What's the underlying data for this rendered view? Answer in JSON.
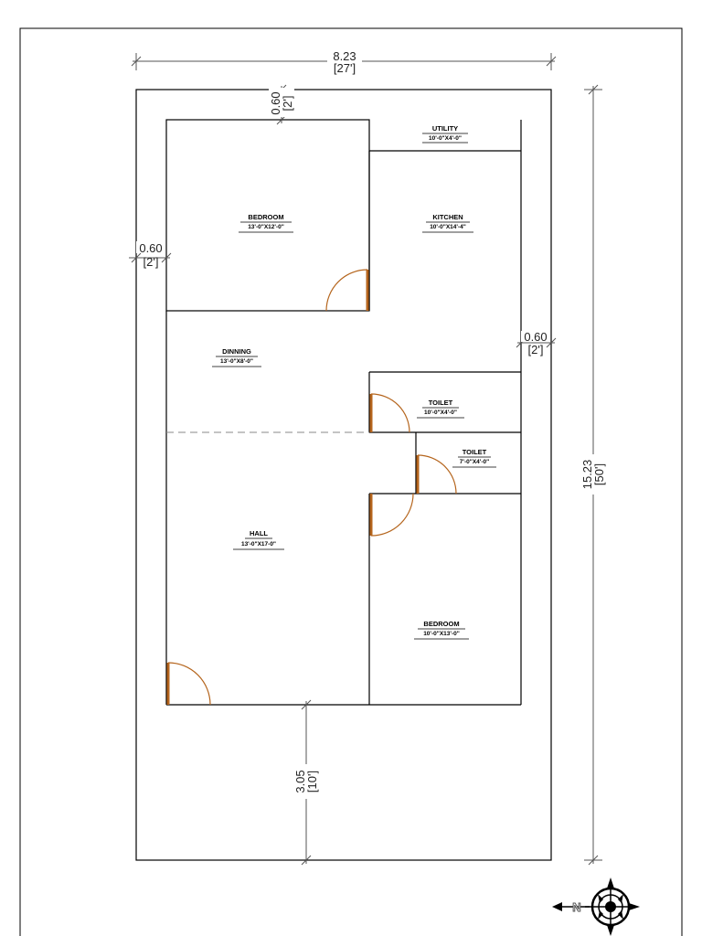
{
  "rooms": {
    "utility": {
      "name": "UTILITY",
      "size": "10'-0\"X4'-0\""
    },
    "bedroom1": {
      "name": "BEDROOM",
      "size": "13'-0\"X12'-0\""
    },
    "kitchen": {
      "name": "KITCHEN",
      "size": "10'-0\"X14'-4\""
    },
    "dinning": {
      "name": "DINNING",
      "size": "13'-0\"X8'-0\""
    },
    "toilet1": {
      "name": "TOILET",
      "size": "10'-0\"X4'-0\""
    },
    "toilet2": {
      "name": "TOILET",
      "size": "7'-0\"X4'-0\""
    },
    "hall": {
      "name": "HALL",
      "size": "13'-0\"X17-0\""
    },
    "bedroom2": {
      "name": "BEDROOM",
      "size": "10'-0\"X13'-0\""
    }
  },
  "dimensions": {
    "width": {
      "metric": "8.23",
      "imperial": "[27']"
    },
    "depth": {
      "metric": "15.23",
      "imperial": "[50']"
    },
    "top_setback": {
      "metric": "0.60",
      "imperial": "[2']"
    },
    "left_setback": {
      "metric": "0.60",
      "imperial": "[2']"
    },
    "right_setback": {
      "metric": "0.60",
      "imperial": "[2']"
    },
    "front_setback": {
      "metric": "3.05",
      "imperial": "[10']"
    }
  },
  "compass": {
    "label": "N"
  },
  "colors": {
    "wall": "#000000",
    "door": "#b5651d",
    "dimension": "#555555",
    "frame": "#000000"
  }
}
